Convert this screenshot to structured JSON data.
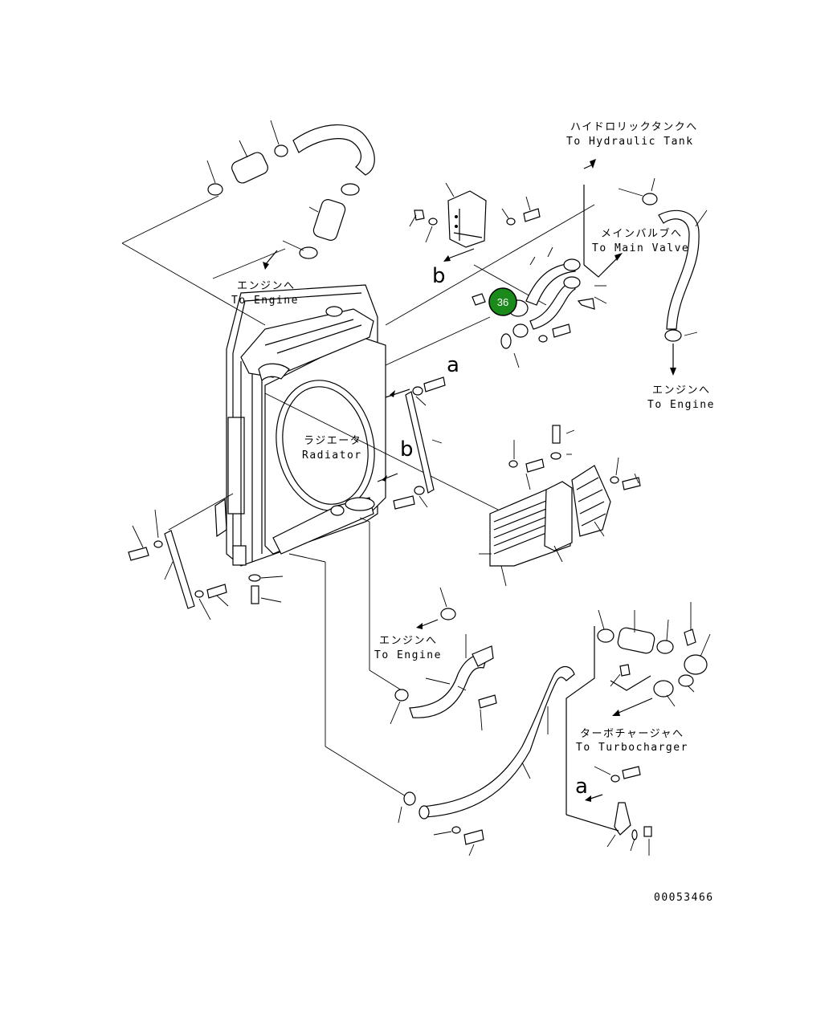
{
  "diagram": {
    "labels": {
      "hydraulic_jp": "ハイドロリックタンクへ",
      "hydraulic_en": "To Hydraulic Tank",
      "main_valve_jp": "メインバルブへ",
      "main_valve_en": "To Main Valve",
      "engine_left_jp": "エンジンへ",
      "engine_left_en": "To Engine",
      "engine_right_jp": "エンジンへ",
      "engine_right_en": "To Engine",
      "engine_bottom_jp": "エンジンへ",
      "engine_bottom_en": "To Engine",
      "radiator_jp": "ラジエータ",
      "radiator_en": "Radiator",
      "turbo_jp": "ターボチャージャへ",
      "turbo_en": "To Turbocharger",
      "ref_a_top": "a",
      "ref_a_bottom": "a",
      "ref_b_top": "b",
      "ref_b_mid": "b",
      "drawing_number": "00053466"
    },
    "callout": {
      "number": "36",
      "color": "#1a8a1a"
    }
  }
}
